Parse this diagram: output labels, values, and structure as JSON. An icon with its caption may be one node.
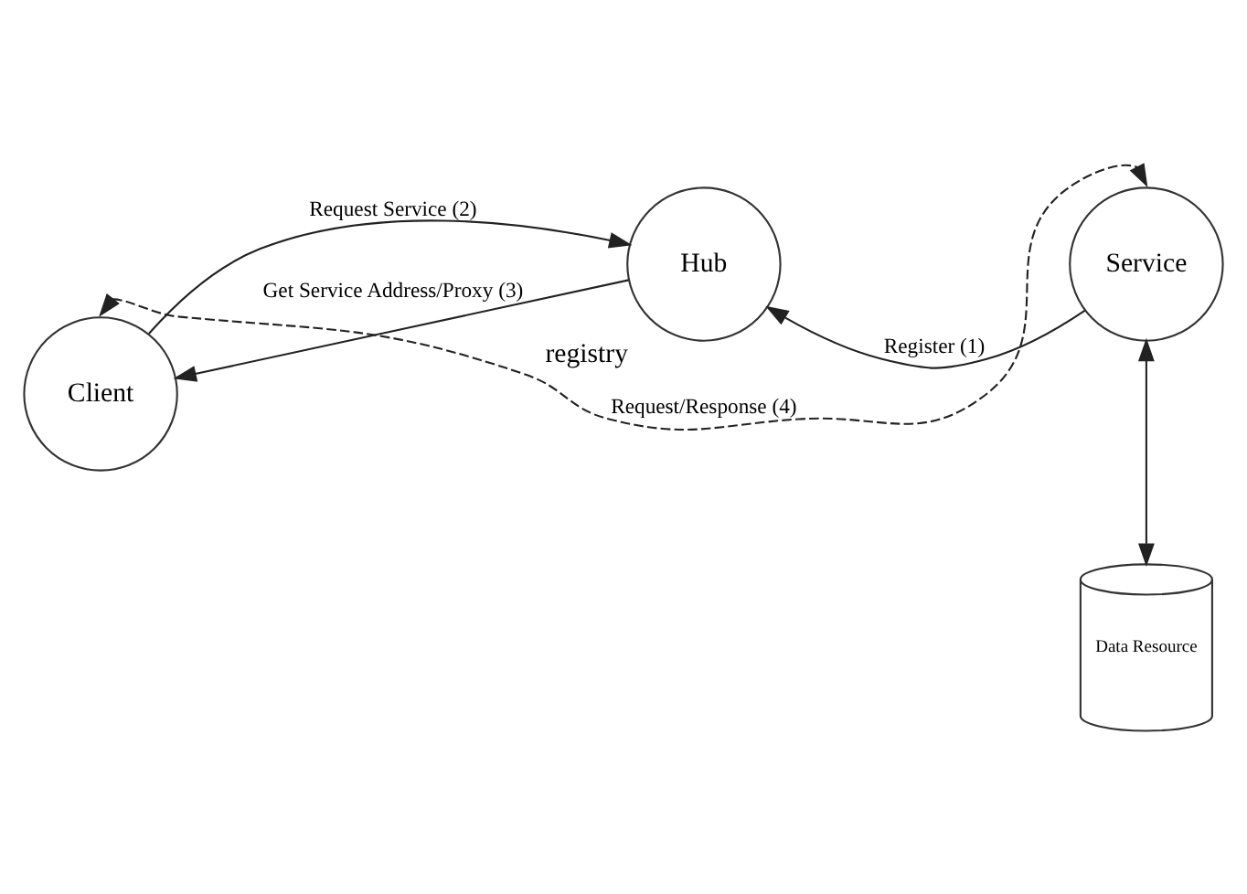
{
  "diagram": {
    "nodes": [
      {
        "text": [
          "Client"
        ]
      },
      {
        "text": [
          "Hub"
        ],
        "beside": [
          "registry"
        ]
      },
      {
        "text": [
          "Service"
        ]
      },
      {
        "text": [
          "Data Resource"
        ]
      }
    ],
    "edges": [
      {
        "from": 0,
        "to": 1,
        "arrow": "to",
        "label": "Request Service (2)"
      },
      {
        "from": 1,
        "to": 0,
        "arrow": "to",
        "label": "Get Service Address/Proxy (3)"
      },
      {
        "from": 2,
        "to": 1,
        "arrow": "to",
        "label": "Register (1)"
      },
      {
        "from": 2,
        "to": 3,
        "arrow": "both"
      },
      {
        "from": 0,
        "to": 2,
        "arrow": "both",
        "label": "Request/Response (4)",
        "style": "dashed"
      }
    ]
  }
}
